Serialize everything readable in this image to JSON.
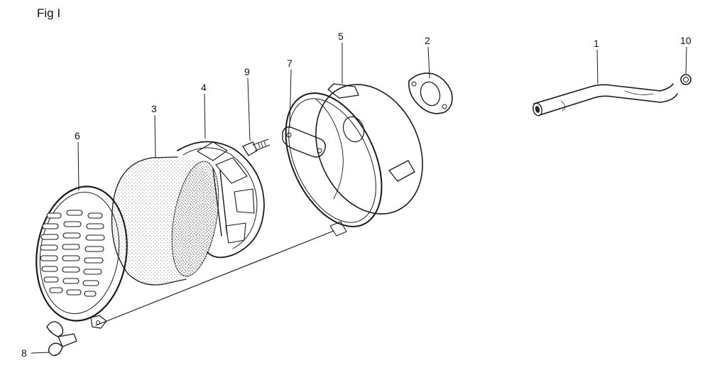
{
  "figure": {
    "title": "Fig I"
  },
  "parts": [
    {
      "id": "cover",
      "callout": "6"
    },
    {
      "id": "element",
      "callout": "3"
    },
    {
      "id": "screen",
      "callout": "4"
    },
    {
      "id": "bolt",
      "callout": "9"
    },
    {
      "id": "case-bracket",
      "callout": "7"
    },
    {
      "id": "case",
      "callout": "5"
    },
    {
      "id": "gasket",
      "callout": "2"
    },
    {
      "id": "tube",
      "callout": "1"
    },
    {
      "id": "clip",
      "callout": "10"
    },
    {
      "id": "wing-nut",
      "callout": "8"
    }
  ]
}
